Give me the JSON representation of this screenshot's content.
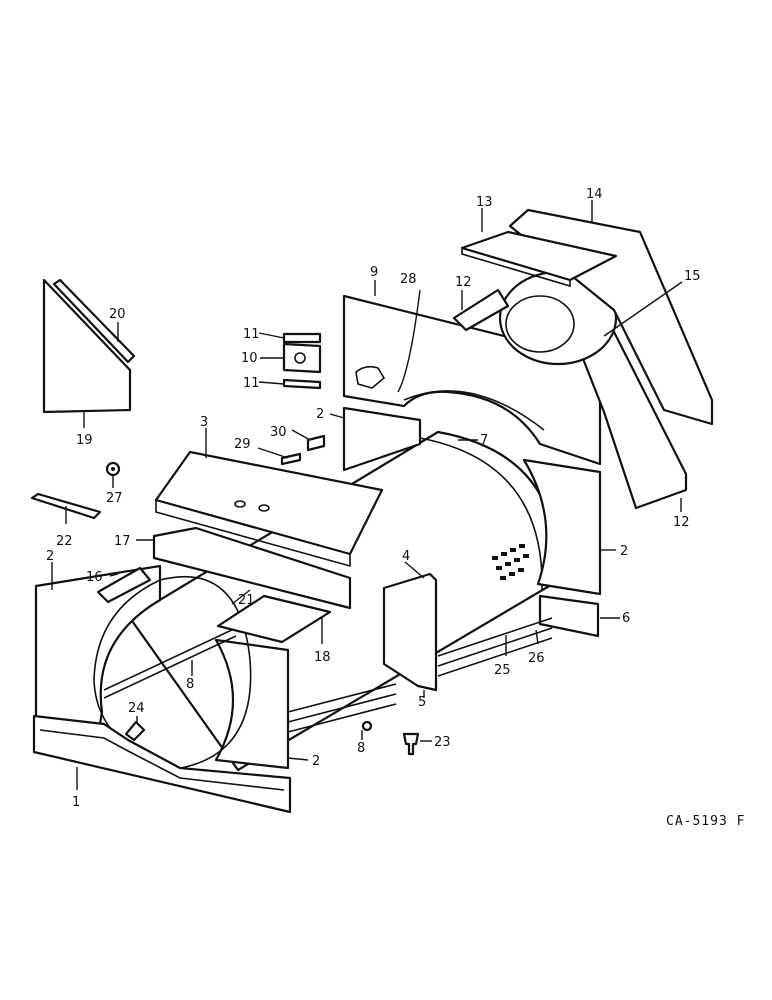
{
  "diagram": {
    "drawing_code": "CA-5193 F",
    "callouts": [
      "1",
      "2",
      "3",
      "4",
      "5",
      "6",
      "7",
      "8",
      "9",
      "10",
      "11",
      "12",
      "13",
      "14",
      "15",
      "16",
      "17",
      "18",
      "19",
      "20",
      "21",
      "22",
      "23",
      "24",
      "25",
      "26",
      "27",
      "28",
      "29",
      "30"
    ]
  }
}
